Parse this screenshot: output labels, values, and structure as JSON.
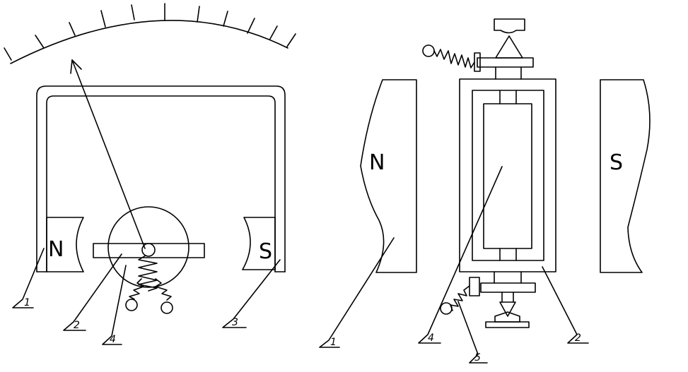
{
  "left_figure": {
    "pole_north": "N",
    "pole_south": "S",
    "labels": [
      "1",
      "2",
      "3",
      "4"
    ]
  },
  "right_figure": {
    "pole_north": "N",
    "pole_south": "S",
    "labels": [
      "1",
      "4",
      "2",
      "5"
    ]
  }
}
